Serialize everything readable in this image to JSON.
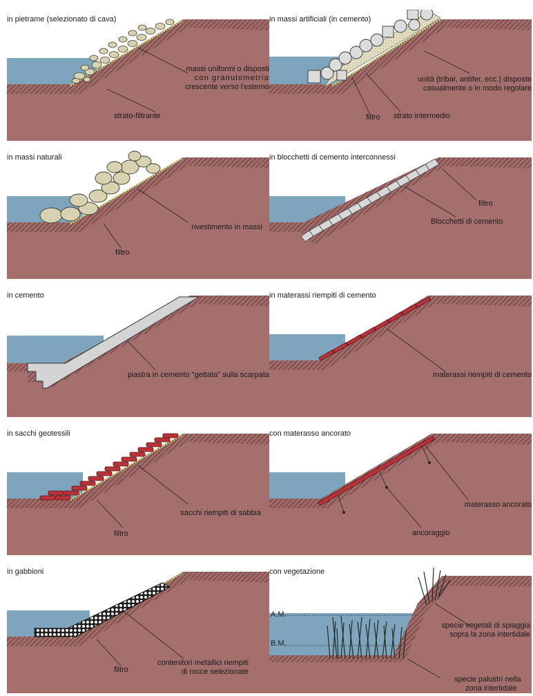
{
  "panels": [
    {
      "title": "in pietrame (selezionato di cava)",
      "labels": [
        "massi uniformi o disposti",
        "con granulometria",
        "crescente verso l'esterno",
        "strato-filtrante"
      ]
    },
    {
      "title": "in massi artificiali (in cemento)",
      "labels": [
        "unità (tribar, antifer, ecc.) disposte",
        "casualmente o in modo regolare",
        "filtro",
        "strato intermedio"
      ]
    },
    {
      "title": "in massi naturali",
      "labels": [
        "rivestimento in massi",
        "filtro"
      ]
    },
    {
      "title": "in blocchetti di cemento interconnessi",
      "labels": [
        "filtro",
        "Blocchetti di cemento"
      ]
    },
    {
      "title": "in cemento",
      "labels": [
        "piastra in cemento \"gettata\" sulla scarpata"
      ]
    },
    {
      "title": "in materassi riempiti di cemento",
      "labels": [
        "materassi riempiti di cemento"
      ]
    },
    {
      "title": "in sacchi geotessili",
      "labels": [
        "sacchi riempiti di sabbia",
        "filtro"
      ]
    },
    {
      "title": "con materasso ancorato",
      "labels": [
        "materasso ancorato",
        "ancoraggio"
      ]
    },
    {
      "title": "in gabbioni",
      "labels": [
        "contenitori metallici riempiti",
        "di rocce selezionate",
        "filtro"
      ]
    },
    {
      "title": "con vegetazione",
      "labels": [
        "A.M.",
        "B.M.",
        "specie vegetali di spiaggia",
        "sopra la zona intertidale",
        "specie palustri nella",
        "zona intertidale"
      ]
    }
  ],
  "colors": {
    "soil": "#a56f6d",
    "soil_dark": "#5b2f2c",
    "water": "#7fa4bd",
    "filter": "#c7e07a",
    "concrete": "#d4d4d4",
    "mattress": "#b8343a"
  }
}
